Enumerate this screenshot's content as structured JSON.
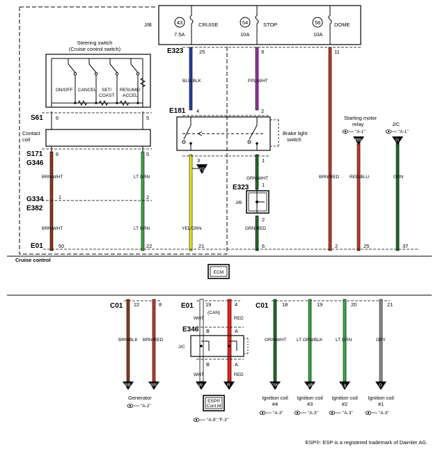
{
  "colors": {
    "blue": "#2a3f9e",
    "purple": "#9b2fa6",
    "darkred": "#c0392b",
    "red": "#e8201c",
    "green": "#3aa845",
    "darkgreen": "#1f6b2a",
    "yellow": "#e8e81a",
    "brown": "#8b3a1a",
    "gray": "#8c8c8c",
    "white": "#ffffff"
  },
  "jb": {
    "label": "J/B",
    "fuses": [
      {
        "num": "43",
        "amp": "7.5A",
        "name": "CRUISE"
      },
      {
        "num": "54",
        "amp": "10A",
        "name": "STOP"
      },
      {
        "num": "58",
        "amp": "10A",
        "name": "DOME"
      }
    ]
  },
  "connectors": {
    "e323": "E323",
    "e181": "E181",
    "e323b": "E323",
    "s61": "S61",
    "s171": "S171",
    "g346": "G346",
    "g334": "G334",
    "e382": "E382",
    "e01": "E01",
    "c01a": "C01",
    "e01b": "E01",
    "c01b": "C01",
    "e346": "E346"
  },
  "pins": {
    "p25": "25",
    "p9": "9",
    "p11": "11",
    "p4": "4",
    "p2": "2",
    "p3": "3",
    "p1": "1",
    "s6": "6",
    "s5": "5",
    "c6": "6",
    "c5": "5",
    "g1": "1",
    "g2": "2",
    "e50": "50",
    "e22": "22",
    "e21": "21",
    "e6": "6",
    "e2": "2",
    "e25": "25",
    "e37": "37",
    "j1": "1",
    "j2": "2",
    "b22": "22",
    "b8": "8",
    "b19": "19",
    "b4": "4",
    "b18": "18",
    "b19b": "19",
    "b20": "20",
    "b21": "21",
    "pinB1": "B",
    "pinA1": "A",
    "pinB2": "B",
    "pinA2": "A"
  },
  "wires": {
    "blublk": "BLU/BLK",
    "pplwht": "PPL/WHT",
    "brnwht1": "BRN/WHT",
    "ltgrn1": "LT GRN",
    "yelgrn": "YEL/GRN",
    "grnwht1": "GRN/WHT",
    "grnred": "GRN/RED",
    "brnred1": "BRN/RED",
    "redblu": "RED/BLU",
    "grn": "GRN",
    "brnwht2": "BRN/WHT",
    "ltgrn2": "LT GRN",
    "brnblk": "BRN/BLK",
    "brnred2": "BRN/RED",
    "wht1": "WHT",
    "red1": "RED",
    "can": "(CAN)",
    "wht2": "WHT",
    "red2": "RED",
    "grnwht2": "GRN/WHT",
    "ltgrnblk": "LT GRN/BLK",
    "ltgrn3": "LT GRN",
    "gry": "GRY"
  },
  "labels": {
    "steering_title1": "Steering switch",
    "steering_title2": "(Cruise control switch)",
    "sw_onoff": "ON/OFF",
    "sw_cancel": "CANCEL",
    "sw_set1": "SET/",
    "sw_set2": "COAST",
    "sw_res1": "RESUME/",
    "sw_res2": "ACCEL",
    "contact1": "Contact",
    "contact2": "coil",
    "brake1": "Brake light",
    "brake2": "switch",
    "jb_small": "J/B",
    "yg": "YG",
    "starter1": "Starting motor",
    "starter2": "relay",
    "starter_ref": "\"A-1\"",
    "jc": "J/C",
    "jc_ref": "\"A-1\"",
    "rb": "RB",
    "g": "G",
    "cruise_control": "Cruise control",
    "ecm": "ECM",
    "jc2": "J/C",
    "bb": "BB",
    "br": "BR",
    "w": "W",
    "r": "R",
    "gw": "GW",
    "lgb": "LgB",
    "lg": "Lg",
    "g2": "G",
    "generator": "Generator",
    "gen_ref": "\"A-2\"",
    "esp1": "ESP®",
    "esp2": "Cont.M",
    "esp_ref": "\"A-9\",\"F-3\"",
    "ic4a": "Ignition coil",
    "ic4b": "#4",
    "ic3a": "Ignition coil",
    "ic3b": "#3",
    "ic2a": "Ignition coil",
    "ic2b": "#2",
    "ic1a": "Ignition coil",
    "ic1b": "#1",
    "ic_ref": "\"A-3\"",
    "footnote": "ESP®: ESP is a registered trademark of Daimler AG."
  }
}
